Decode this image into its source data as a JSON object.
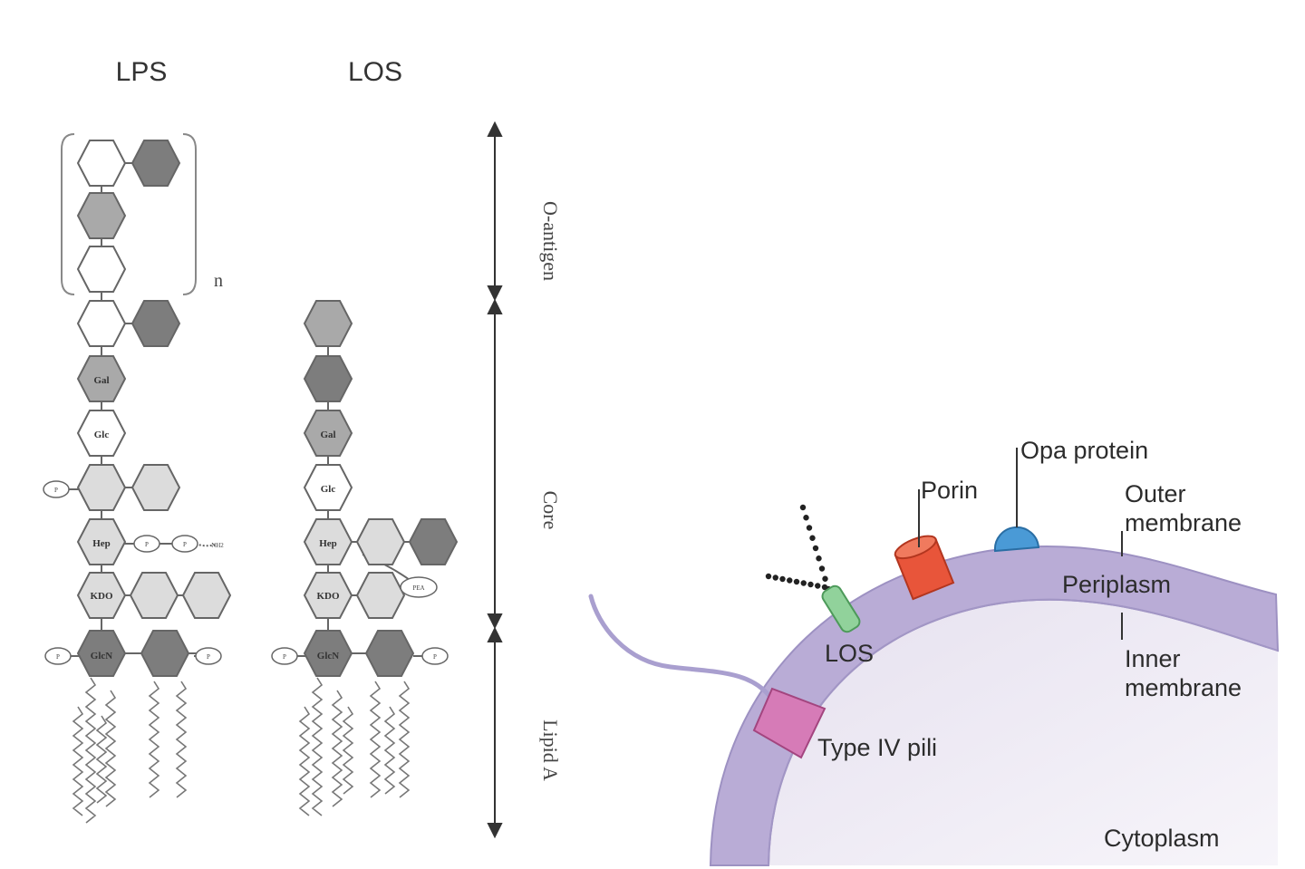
{
  "columns": {
    "lps": "LPS",
    "los": "LOS"
  },
  "regions": {
    "o_antigen": "O-antigen",
    "core": "Core",
    "lipid_a": "Lipid A",
    "repeat_n": "n"
  },
  "sugars": {
    "gal": "Gal",
    "glc": "Glc",
    "hep": "Hep",
    "kdo": "KDO",
    "glcn": "GlcN",
    "p": "P",
    "pea": "PEA",
    "nh2": "NH2"
  },
  "cell": {
    "opa_protein": "Opa protein",
    "porin": "Porin",
    "outer_membrane": "Outer\nmembrane",
    "outer_membrane_l1": "Outer",
    "outer_membrane_l2": "membrane",
    "periplasm": "Periplasm",
    "inner_membrane_l1": "Inner",
    "inner_membrane_l2": "membrane",
    "los": "LOS",
    "type_iv_pili": "Type IV pili",
    "cytoplasm": "Cytoplasm"
  },
  "colors": {
    "dark_hex": "#7d7d7d",
    "mid_hex": "#a9a9a9",
    "light_hex": "#dcdcdc",
    "white_hex": "#ffffff",
    "membrane": "#b5a8d2",
    "membrane_edge": "#8f84b6",
    "cytoplasm": "#ece8f3",
    "porin": "#e8553a",
    "opa": "#4a9ad6",
    "los_glyph": "#8fd199",
    "pili": "#d76fb2"
  }
}
